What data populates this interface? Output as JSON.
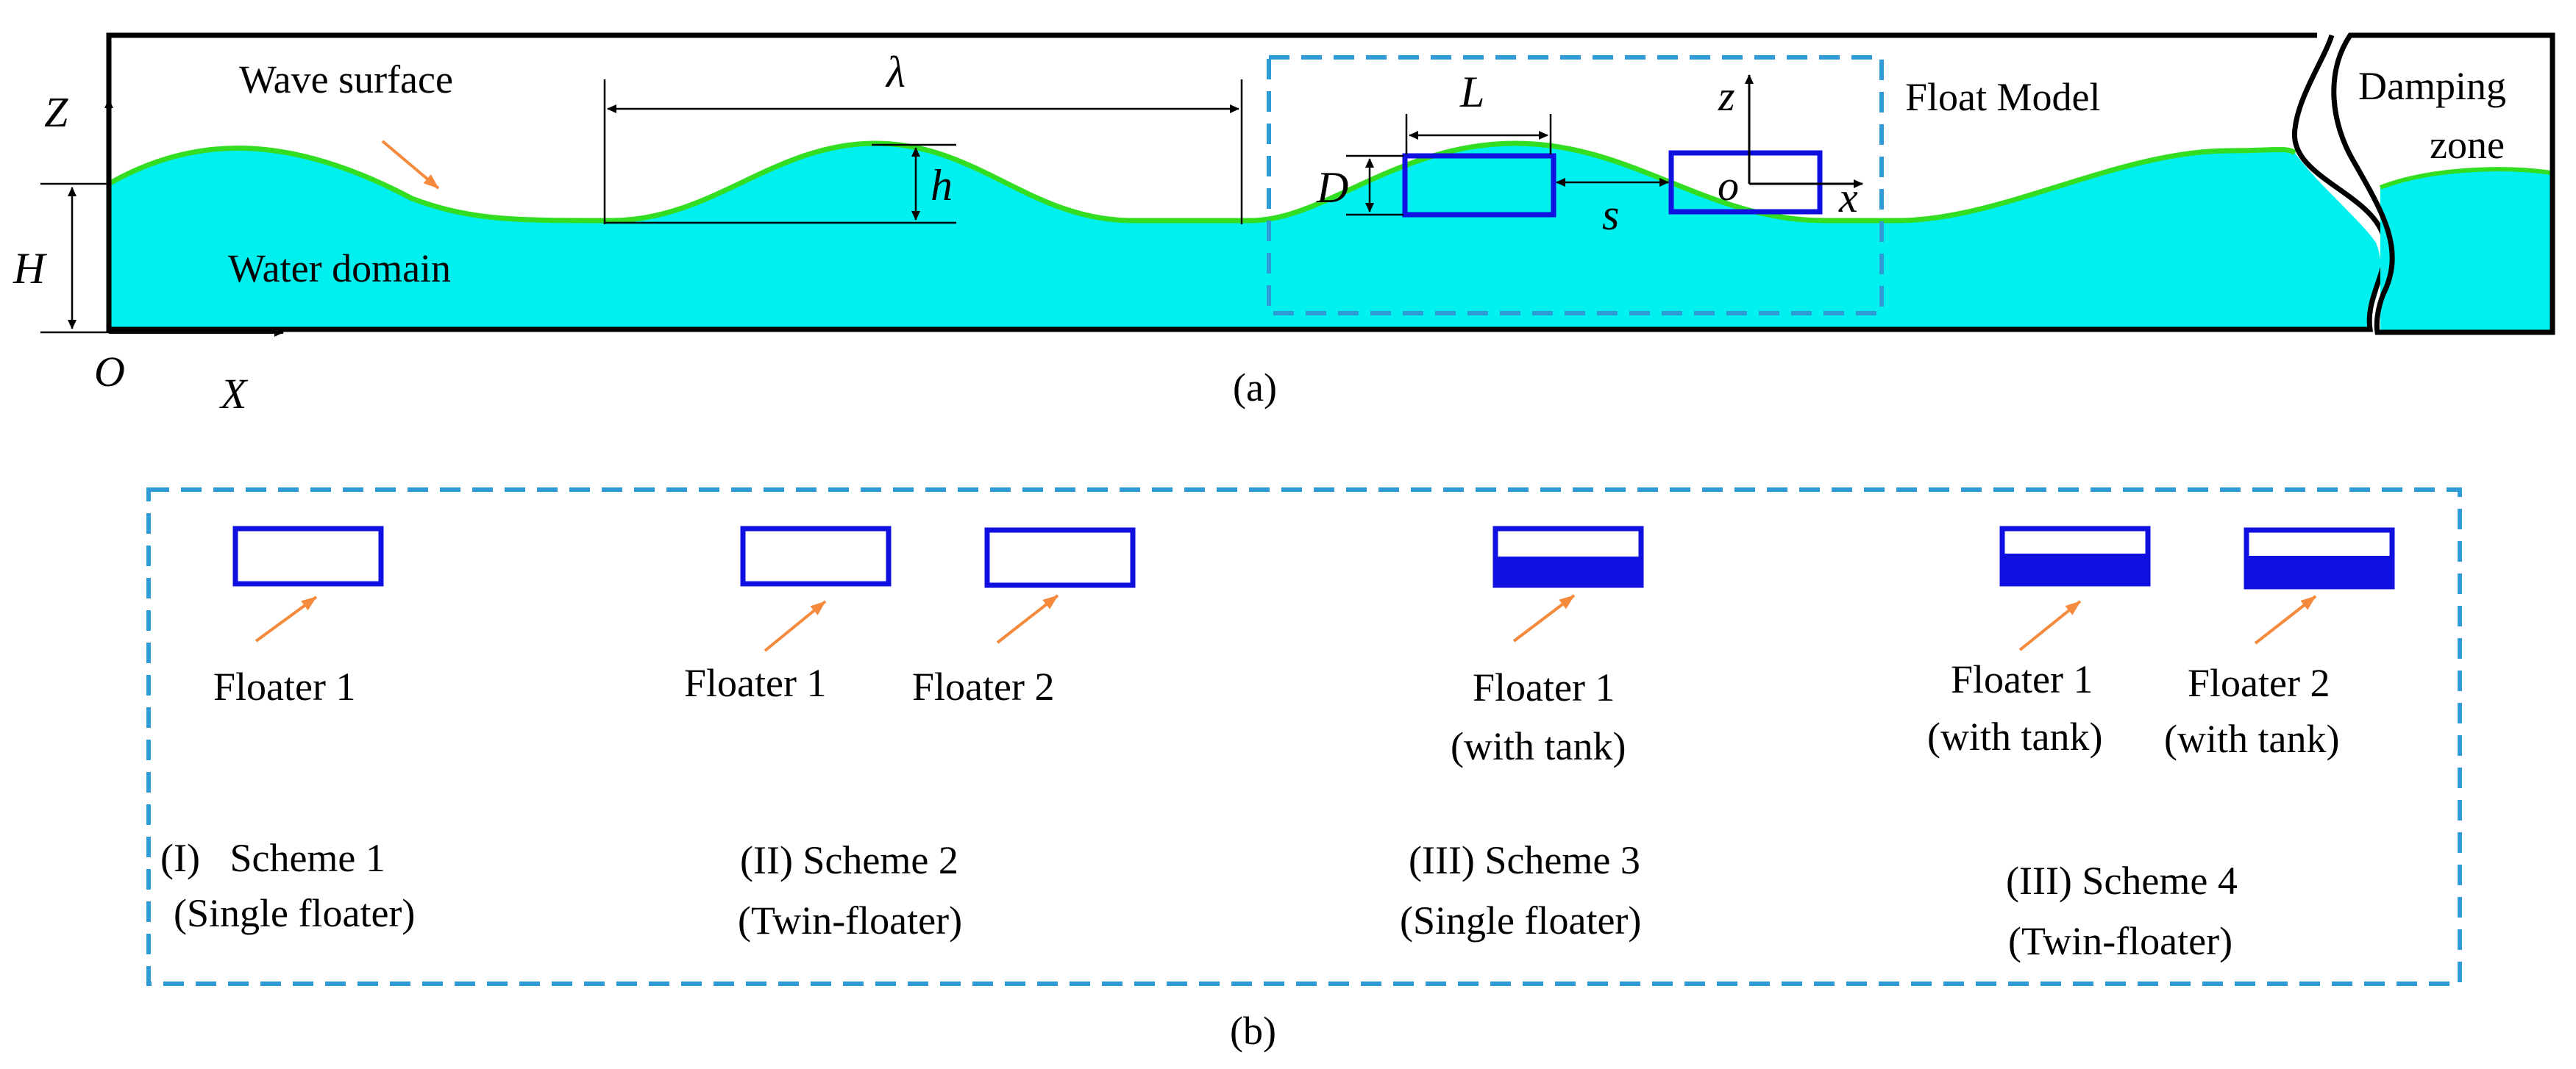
{
  "panel_a": {
    "caption": "(a)",
    "labels": {
      "wave_surface": "Wave surface",
      "water_domain": "Water domain",
      "float_model": "Float Model",
      "damping_zone_line1": "Damping",
      "damping_zone_line2": "zone"
    },
    "symbols": {
      "Z": "Z",
      "X": "X",
      "O": "O",
      "H": "H",
      "lambda": "λ",
      "h": "h",
      "L": "L",
      "D": "D",
      "s": "s",
      "z": "z",
      "x": "x",
      "o": "o"
    }
  },
  "panel_b": {
    "caption": "(b)",
    "schemes": [
      {
        "title": "(I)   Scheme 1",
        "subtitle": "(Single floater)",
        "with_tank": false,
        "floaters": [
          {
            "label": "Floater 1",
            "sub": ""
          }
        ]
      },
      {
        "title": "(II) Scheme 2",
        "subtitle": "(Twin-floater)",
        "with_tank": false,
        "floaters": [
          {
            "label": "Floater 1",
            "sub": ""
          },
          {
            "label": "Floater 2",
            "sub": ""
          }
        ]
      },
      {
        "title": "(III) Scheme 3",
        "subtitle": "(Single floater)",
        "with_tank": true,
        "floaters": [
          {
            "label": "Floater 1",
            "sub": "(with tank)"
          }
        ]
      },
      {
        "title": "(III) Scheme 4",
        "subtitle": "(Twin-floater)",
        "with_tank": true,
        "floaters": [
          {
            "label": "Floater 1",
            "sub": "(with tank)"
          },
          {
            "label": "Floater 2",
            "sub": "(with tank)"
          }
        ]
      }
    ]
  },
  "colors": {
    "water": "#00F0F0",
    "wave_line": "#33DD22",
    "float_outline": "#1010E0",
    "dashed_box": "#2E9BD6",
    "arrow": "#F58A3C"
  }
}
